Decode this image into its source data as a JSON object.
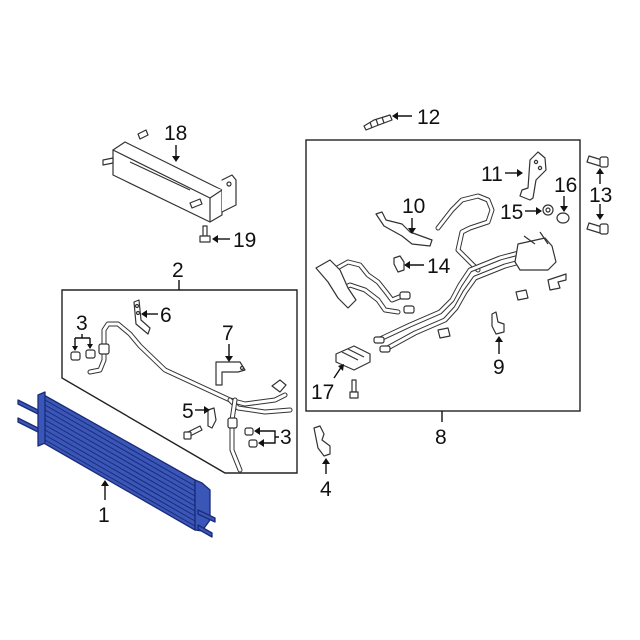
{
  "diagram": {
    "title": "Transmission Oil Cooler Assembly - Exploded Parts Diagram",
    "background": "#ffffff",
    "highlight_color": "#3a57b8",
    "highlight_line_color": "#1a2b7a",
    "groups": [
      {
        "id": "group-2",
        "label": "2",
        "description": "cooler line assembly group box"
      },
      {
        "id": "group-8",
        "label": "8",
        "description": "hose/tube assembly group box"
      }
    ],
    "callouts": [
      {
        "number": "1",
        "part": "oil cooler (highlighted)"
      },
      {
        "number": "2",
        "part": "cooler tube assembly"
      },
      {
        "number": "3",
        "part": "clips (upper-left pair)"
      },
      {
        "number": "3",
        "part": "clips (lower-right pair)"
      },
      {
        "number": "4",
        "part": "bracket clip"
      },
      {
        "number": "5",
        "part": "bracket"
      },
      {
        "number": "6",
        "part": "bracket"
      },
      {
        "number": "7",
        "part": "bracket"
      },
      {
        "number": "8",
        "part": "hose & tube assembly"
      },
      {
        "number": "9",
        "part": "clip"
      },
      {
        "number": "10",
        "part": "bracket"
      },
      {
        "number": "11",
        "part": "bracket"
      },
      {
        "number": "12",
        "part": "stud"
      },
      {
        "number": "13",
        "part": "bolts"
      },
      {
        "number": "14",
        "part": "clip"
      },
      {
        "number": "15",
        "part": "nut"
      },
      {
        "number": "16",
        "part": "seal"
      },
      {
        "number": "17",
        "part": "insulator"
      },
      {
        "number": "18",
        "part": "oil cooler (auxiliary)"
      },
      {
        "number": "19",
        "part": "bolt"
      }
    ]
  },
  "labels": {
    "l1": "1",
    "l2": "2",
    "l3a": "3",
    "l3b": "3",
    "l4": "4",
    "l5": "5",
    "l6": "6",
    "l7": "7",
    "l8": "8",
    "l9": "9",
    "l10": "10",
    "l11": "11",
    "l12": "12",
    "l13": "13",
    "l14": "14",
    "l15": "15",
    "l16": "16",
    "l17": "17",
    "l18": "18",
    "l19": "19"
  }
}
